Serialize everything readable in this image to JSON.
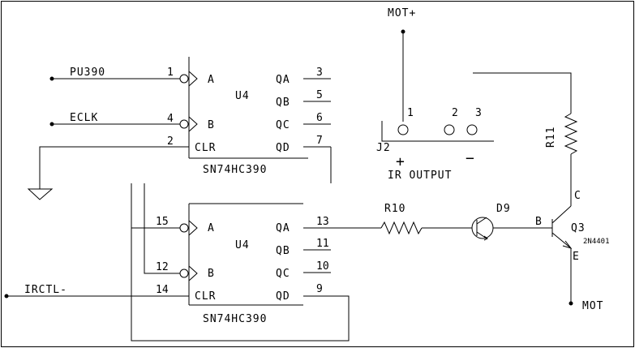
{
  "nets": {
    "pu390": "PU390",
    "eclk": "ECLK",
    "irctl": "IRCTL-",
    "mot_plus": "MOT+",
    "mot": "MOT"
  },
  "u4_top": {
    "ref": "U4",
    "part": "SN74HC390",
    "pins": {
      "a": {
        "num": "1",
        "name": "A"
      },
      "b": {
        "num": "4",
        "name": "B"
      },
      "clr": {
        "num": "2",
        "name": "CLR"
      },
      "qa": {
        "num": "3",
        "name": "QA"
      },
      "qb": {
        "num": "5",
        "name": "QB"
      },
      "qc": {
        "num": "6",
        "name": "QC"
      },
      "qd": {
        "num": "7",
        "name": "QD"
      }
    }
  },
  "u4_bottom": {
    "ref": "U4",
    "part": "SN74HC390",
    "pins": {
      "a": {
        "num": "15",
        "name": "A"
      },
      "b": {
        "num": "12",
        "name": "B"
      },
      "clr": {
        "num": "14",
        "name": "CLR"
      },
      "qa": {
        "num": "13",
        "name": "QA"
      },
      "qb": {
        "num": "11",
        "name": "QB"
      },
      "qc": {
        "num": "10",
        "name": "QC"
      },
      "qd": {
        "num": "9",
        "name": "QD"
      }
    }
  },
  "connector": {
    "ref": "J2",
    "pin1": "1",
    "pin2": "2",
    "pin3": "3",
    "plus": "+",
    "minus": "−",
    "caption": "IR OUTPUT"
  },
  "r10": "R10",
  "r11": "R11",
  "d9": "D9",
  "q3": {
    "ref": "Q3",
    "part": "2N4401",
    "base": "B",
    "collector": "C",
    "emitter": "E"
  }
}
